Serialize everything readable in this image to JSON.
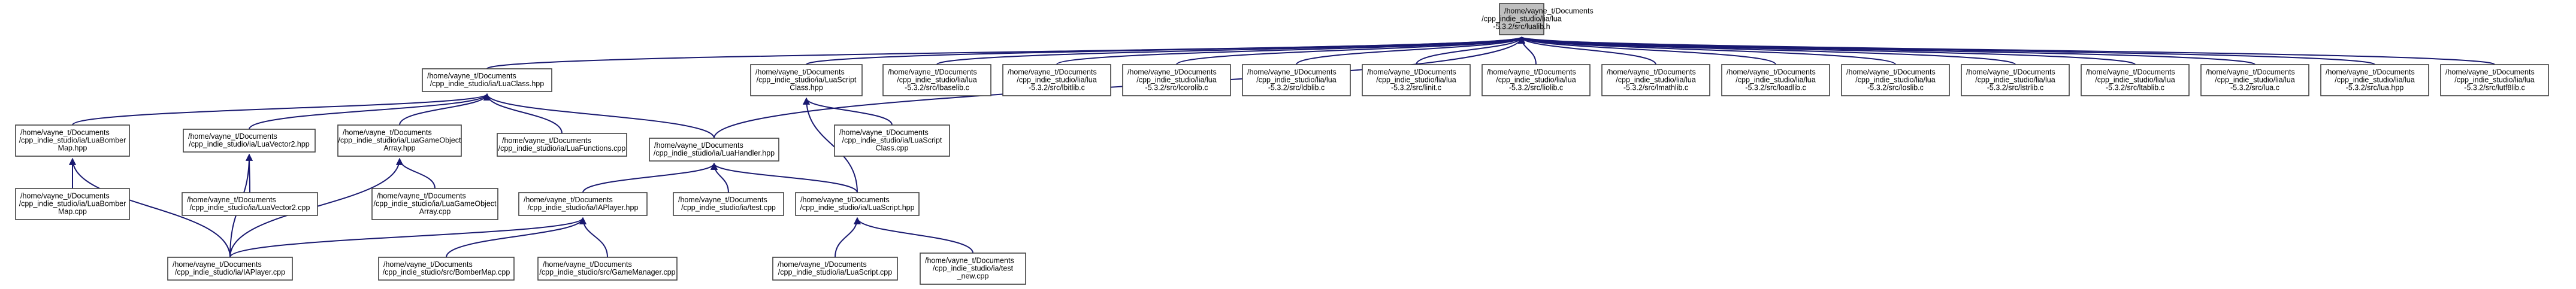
{
  "root_id": "lualib",
  "colors": {
    "edge": "#191970",
    "node_border": "#404040",
    "root_fill": "#bfbfbf",
    "node_fill": "#ffffff"
  },
  "nodes": [
    {
      "id": "lualib",
      "lines": [
        "/home/vayne_t/Documents",
        "/cpp_indie_studio/lia/lua",
        "-5.3.2/src/lualib.h"
      ]
    },
    {
      "id": "luaclass",
      "lines": [
        "/home/vayne_t/Documents",
        "/cpp_indie_studio/ia/LuaClass.hpp"
      ]
    },
    {
      "id": "luascriptclass",
      "lines": [
        "/home/vayne_t/Documents",
        "/cpp_indie_studio/ia/LuaScript",
        "Class.hpp"
      ]
    },
    {
      "id": "lbaselib",
      "lines": [
        "/home/vayne_t/Documents",
        "/cpp_indie_studio/lia/lua",
        "-5.3.2/src/lbaselib.c"
      ]
    },
    {
      "id": "lbitlib",
      "lines": [
        "/home/vayne_t/Documents",
        "/cpp_indie_studio/lia/lua",
        "-5.3.2/src/lbitlib.c"
      ]
    },
    {
      "id": "lcorolib",
      "lines": [
        "/home/vayne_t/Documents",
        "/cpp_indie_studio/lia/lua",
        "-5.3.2/src/lcorolib.c"
      ]
    },
    {
      "id": "ldblib",
      "lines": [
        "/home/vayne_t/Documents",
        "/cpp_indie_studio/lia/lua",
        "-5.3.2/src/ldblib.c"
      ]
    },
    {
      "id": "linit",
      "lines": [
        "/home/vayne_t/Documents",
        "/cpp_indie_studio/lia/lua",
        "-5.3.2/src/linit.c"
      ]
    },
    {
      "id": "liolib",
      "lines": [
        "/home/vayne_t/Documents",
        "/cpp_indie_studio/lia/lua",
        "-5.3.2/src/liolib.c"
      ]
    },
    {
      "id": "lmathlib",
      "lines": [
        "/home/vayne_t/Documents",
        "/cpp_indie_studio/lia/lua",
        "-5.3.2/src/lmathlib.c"
      ]
    },
    {
      "id": "loadlib",
      "lines": [
        "/home/vayne_t/Documents",
        "/cpp_indie_studio/lia/lua",
        "-5.3.2/src/loadlib.c"
      ]
    },
    {
      "id": "loslib",
      "lines": [
        "/home/vayne_t/Documents",
        "/cpp_indie_studio/lia/lua",
        "-5.3.2/src/loslib.c"
      ]
    },
    {
      "id": "lstrlib",
      "lines": [
        "/home/vayne_t/Documents",
        "/cpp_indie_studio/lia/lua",
        "-5.3.2/src/lstrlib.c"
      ]
    },
    {
      "id": "ltablib",
      "lines": [
        "/home/vayne_t/Documents",
        "/cpp_indie_studio/lia/lua",
        "-5.3.2/src/ltablib.c"
      ]
    },
    {
      "id": "lua_c",
      "lines": [
        "/home/vayne_t/Documents",
        "/cpp_indie_studio/lia/lua",
        "-5.3.2/src/lua.c"
      ]
    },
    {
      "id": "lua_hpp",
      "lines": [
        "/home/vayne_t/Documents",
        "/cpp_indie_studio/lia/lua",
        "-5.3.2/src/lua.hpp"
      ]
    },
    {
      "id": "lutf8lib",
      "lines": [
        "/home/vayne_t/Documents",
        "/cpp_indie_studio/lia/lua",
        "-5.3.2/src/lutf8lib.c"
      ]
    },
    {
      "id": "luabombermap_hpp",
      "lines": [
        "/home/vayne_t/Documents",
        "/cpp_indie_studio/ia/LuaBomber",
        "Map.hpp"
      ]
    },
    {
      "id": "luavector2_hpp",
      "lines": [
        "/home/vayne_t/Documents",
        "/cpp_indie_studio/ia/LuaVector2.hpp"
      ]
    },
    {
      "id": "luagameobjectarray_hpp",
      "lines": [
        "/home/vayne_t/Documents",
        "/cpp_indie_studio/ia/LuaGameObject",
        "Array.hpp"
      ]
    },
    {
      "id": "luafunctions_cpp",
      "lines": [
        "/home/vayne_t/Documents",
        "/cpp_indie_studio/ia/LuaFunctions.cpp"
      ]
    },
    {
      "id": "luahandler_hpp",
      "lines": [
        "/home/vayne_t/Documents",
        "/cpp_indie_studio/ia/LuaHandler.hpp"
      ]
    },
    {
      "id": "luascriptclass_cpp",
      "lines": [
        "/home/vayne_t/Documents",
        "/cpp_indie_studio/ia/LuaScript",
        "Class.cpp"
      ]
    },
    {
      "id": "luabombermap_cpp",
      "lines": [
        "/home/vayne_t/Documents",
        "/cpp_indie_studio/ia/LuaBomber",
        "Map.cpp"
      ]
    },
    {
      "id": "luavector2_cpp",
      "lines": [
        "/home/vayne_t/Documents",
        "/cpp_indie_studio/ia/LuaVector2.cpp"
      ]
    },
    {
      "id": "luagameobjectarray_cpp",
      "lines": [
        "/home/vayne_t/Documents",
        "/cpp_indie_studio/ia/LuaGameObject",
        "Array.cpp"
      ]
    },
    {
      "id": "iaplayer_hpp",
      "lines": [
        "/home/vayne_t/Documents",
        "/cpp_indie_studio/ia/IAPlayer.hpp"
      ]
    },
    {
      "id": "iatest_cpp",
      "lines": [
        "/home/vayne_t/Documents",
        "/cpp_indie_studio/ia/test.cpp"
      ]
    },
    {
      "id": "luascript_hpp",
      "lines": [
        "/home/vayne_t/Documents",
        "/cpp_indie_studio/ia/LuaScript.hpp"
      ]
    },
    {
      "id": "iaplayer_cpp",
      "lines": [
        "/home/vayne_t/Documents",
        "/cpp_indie_studio/ia/IAPlayer.cpp"
      ]
    },
    {
      "id": "bombermap_cpp",
      "lines": [
        "/home/vayne_t/Documents",
        "/cpp_indie_studio/src/BomberMap.cpp"
      ]
    },
    {
      "id": "gamemanager_cpp",
      "lines": [
        "/home/vayne_t/Documents",
        "/cpp_indie_studio/src/GameManager.cpp"
      ]
    },
    {
      "id": "luascript_cpp",
      "lines": [
        "/home/vayne_t/Documents",
        "/cpp_indie_studio/ia/LuaScript.cpp"
      ]
    },
    {
      "id": "iatest_new_cpp",
      "lines": [
        "/home/vayne_t/Documents",
        "/cpp_indie_studio/ia/test",
        "_new.cpp"
      ]
    }
  ],
  "edges": [
    [
      "luaclass",
      "lualib"
    ],
    [
      "luascriptclass",
      "lualib"
    ],
    [
      "luahandler_hpp",
      "lualib"
    ],
    [
      "lbaselib",
      "lualib"
    ],
    [
      "lbitlib",
      "lualib"
    ],
    [
      "lcorolib",
      "lualib"
    ],
    [
      "ldblib",
      "lualib"
    ],
    [
      "linit",
      "lualib"
    ],
    [
      "liolib",
      "lualib"
    ],
    [
      "lmathlib",
      "lualib"
    ],
    [
      "loadlib",
      "lualib"
    ],
    [
      "loslib",
      "lualib"
    ],
    [
      "lstrlib",
      "lualib"
    ],
    [
      "ltablib",
      "lualib"
    ],
    [
      "lua_c",
      "lualib"
    ],
    [
      "lua_hpp",
      "lualib"
    ],
    [
      "lutf8lib",
      "lualib"
    ],
    [
      "luabombermap_hpp",
      "luaclass"
    ],
    [
      "luavector2_hpp",
      "luaclass"
    ],
    [
      "luagameobjectarray_hpp",
      "luaclass"
    ],
    [
      "luafunctions_cpp",
      "luaclass"
    ],
    [
      "luahandler_hpp",
      "luaclass"
    ],
    [
      "luascriptclass_cpp",
      "luascriptclass"
    ],
    [
      "luascript_hpp",
      "luascriptclass"
    ],
    [
      "luabombermap_cpp",
      "luabombermap_hpp"
    ],
    [
      "iaplayer_cpp",
      "luabombermap_hpp"
    ],
    [
      "luavector2_cpp",
      "luavector2_hpp"
    ],
    [
      "iaplayer_cpp",
      "luavector2_hpp"
    ],
    [
      "luagameobjectarray_cpp",
      "luagameobjectarray_hpp"
    ],
    [
      "iaplayer_cpp",
      "luagameobjectarray_hpp"
    ],
    [
      "iaplayer_hpp",
      "luahandler_hpp"
    ],
    [
      "iatest_cpp",
      "luahandler_hpp"
    ],
    [
      "luascript_hpp",
      "luahandler_hpp"
    ],
    [
      "iaplayer_cpp",
      "iaplayer_hpp"
    ],
    [
      "bombermap_cpp",
      "iaplayer_hpp"
    ],
    [
      "gamemanager_cpp",
      "iaplayer_hpp"
    ],
    [
      "luascript_cpp",
      "luascript_hpp"
    ],
    [
      "iatest_new_cpp",
      "luascript_hpp"
    ]
  ]
}
